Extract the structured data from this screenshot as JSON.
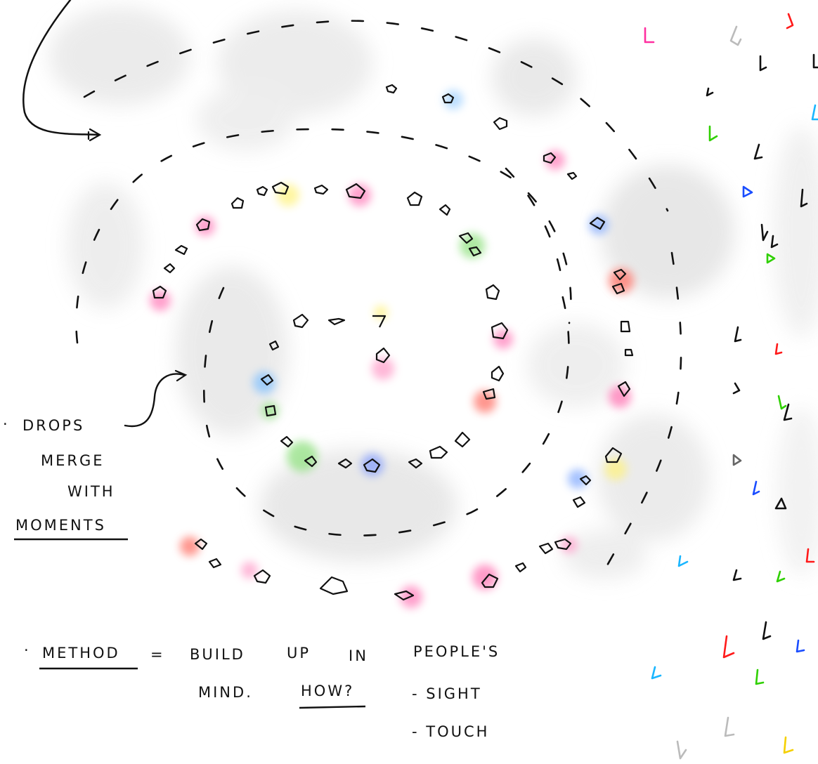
{
  "notes": {
    "drops": {
      "bullet": "·",
      "line1": "DROPS",
      "line2": "MERGE",
      "line3": "WITH",
      "line4": "MOMENTS"
    },
    "method": {
      "bullet": "·",
      "label": "METHOD",
      "equals": "=",
      "build": "BUILD",
      "up": "UP",
      "in": "IN",
      "peoples": "PEOPLE'S",
      "mind": "MIND.",
      "how": "HOW?",
      "sight": "- SIGHT",
      "touch": "- TOUCH"
    }
  },
  "colors": {
    "ink": "#111111",
    "cloud": "#e6e6e6",
    "pink": "#ff6fb0",
    "blue": "#7fb8ff",
    "yellow": "#fff27a",
    "green": "#8be07a",
    "red": "#ff6b5e",
    "magenta": "#ff2fa0",
    "brightBlue": "#1a4dff",
    "cyan": "#1ab6ff",
    "lime": "#2fd000",
    "crimson": "#ff1a1a",
    "gray": "#bbbbbb",
    "darkGray": "#666666",
    "gold": "#f5d000"
  },
  "icons": {
    "drop": "drop-icon",
    "pebble": "pebble-icon",
    "arrow": "arrow-icon"
  }
}
